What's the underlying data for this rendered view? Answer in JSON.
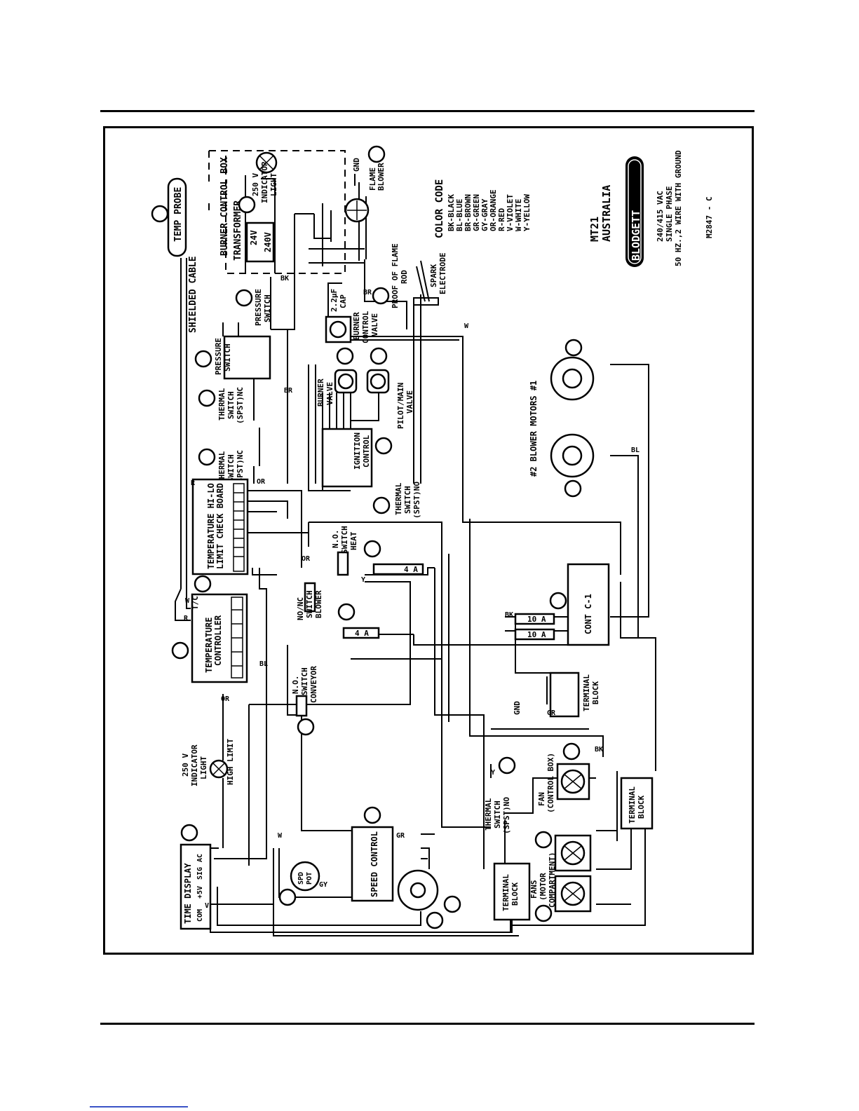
{
  "schematic": {
    "brand": "BLODGETT",
    "model": "MT21",
    "region": "AUSTRALIA",
    "power": [
      "240/415 VAC",
      "SINGLE PHASE",
      "50 HZ.,2 WIRE WITH GROUND"
    ],
    "drawing_no": "M2847 - C",
    "color_code": {
      "title": "COLOR CODE",
      "entries": [
        "BK-BLACK",
        "BL-BLUE",
        "BR-BROWN",
        "GR-GREEN",
        "GY-GRAY",
        "OR-ORANGE",
        "R-RED",
        "V-VIOLET",
        "W-WHITE",
        "Y-YELLOW"
      ]
    },
    "components": {
      "temp_probe": "TEMP PROBE",
      "shielded_cable": "SHIELDED CABLE",
      "burner_box": "BURNER CONTROL BOX",
      "transformer": "TRANSFORMER",
      "v24": "24V",
      "v240": "240V",
      "indicator_top": [
        "250 V",
        "INDICATOR",
        "LIGHT"
      ],
      "flame_blower": [
        "FLAME",
        "BLOWER"
      ],
      "pressure_switch_a": [
        "PRESSURE",
        "SWITCH"
      ],
      "pressure_switch_b": [
        "PRESSURE",
        "SWITCH"
      ],
      "cap": [
        "2.2µF",
        "CAP"
      ],
      "burner_control_valve": [
        "BURNER",
        "CONTROL",
        "VALVE"
      ],
      "proof_flame_rod": [
        "PROOF OF FLAME",
        "ROD"
      ],
      "spark_electrode": [
        "SPARK",
        "ELECTRODE"
      ],
      "burner_valve": [
        "BURNER",
        "VALVE"
      ],
      "pilot_main_valve": [
        "PILOT/MAIN",
        "VALVE"
      ],
      "ignition_control": [
        "IGNITION",
        "CONTROL"
      ],
      "thermal_switch_1": [
        "THERMAL",
        "SWITCH",
        "(SPST)NC"
      ],
      "thermal_switch_2": [
        "THERMAL",
        "SWITCH",
        "(SPST)NC"
      ],
      "thermal_switch_3": [
        "THERMAL",
        "SWITCH",
        "(SPST)NO"
      ],
      "thermal_switch_4": [
        "THERMAL",
        "SWITCH",
        "(SPST)NO"
      ],
      "hi_lo_board": [
        "TEMPERATURE HI-LO",
        "LIMIT CHECK BOARD"
      ],
      "temp_controller": [
        "TEMPERATURE",
        "CONTROLLER"
      ],
      "tc": "T/C",
      "heat_switch": [
        "N.O.",
        "SWITCH",
        "HEAT"
      ],
      "blower_switch": [
        "NO/NC",
        "SWITCH",
        "BLOWER"
      ],
      "conveyor_switch": [
        "N.O.",
        "SWITCH",
        "CONVEYOR"
      ],
      "high_limit": "HIGH LIMIT",
      "indicator_left": [
        "250 V",
        "INDICATOR",
        "LIGHT"
      ],
      "time_display": "TIME DISPLAY",
      "time_display_pins": [
        "COM",
        "+5V",
        "SIG",
        "AC"
      ],
      "speed_control": "SPEED CONTROL",
      "spd_pot": [
        "SPD",
        "POT"
      ],
      "contactor": "CONT C-1",
      "fuse_a": "10 A",
      "fuse_b": "10 A",
      "fuse_c": "4 A",
      "fuse_d": "4 A",
      "terminal_block_a": [
        "TERMINAL",
        "BLOCK"
      ],
      "terminal_block_b": [
        "TERMINAL",
        "BLOCK"
      ],
      "terminal_block_c": [
        "TERMINAL",
        "BLOCK"
      ],
      "blower_motors": "#2 BLOWER MOTORS #1",
      "fan_control_box": [
        "FAN",
        "(CONTROL BOX)"
      ],
      "fans_motor_comp": [
        "FANS",
        "(MOTOR",
        "COMPARTMENT)"
      ],
      "gnd": "GND"
    },
    "wire_codes": [
      "BK",
      "BL",
      "BR",
      "GR",
      "GY",
      "OR",
      "R",
      "V",
      "W",
      "Y"
    ]
  }
}
